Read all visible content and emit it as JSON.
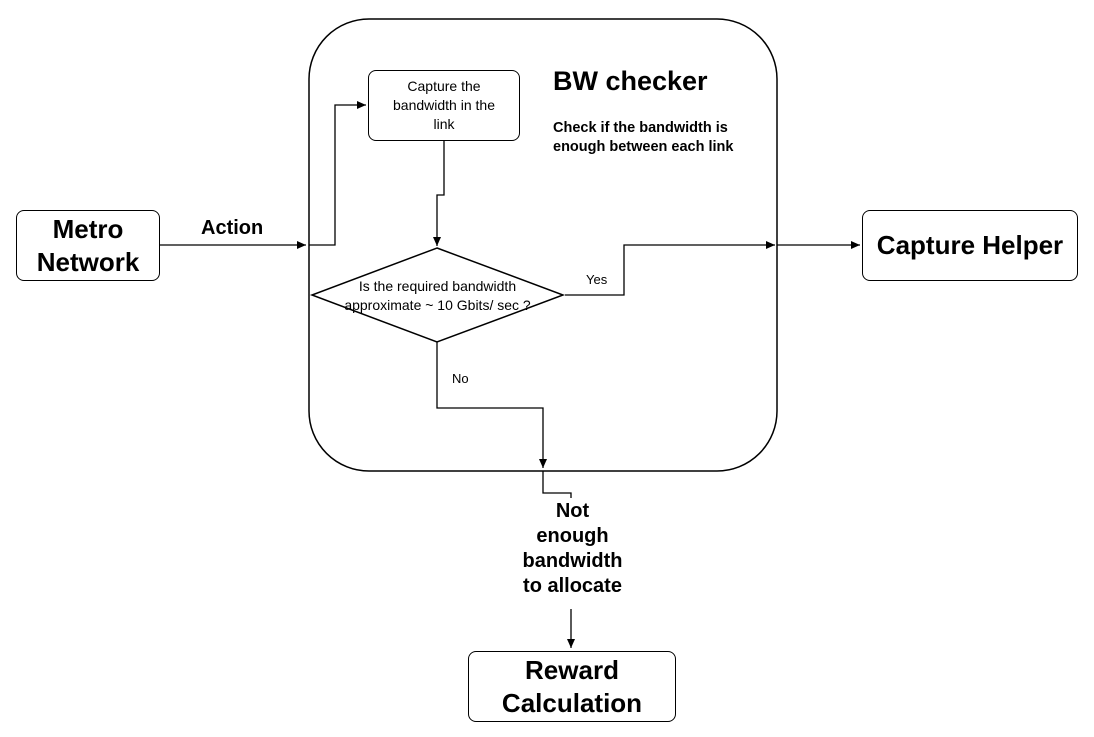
{
  "nodes": {
    "metro_network": "Metro\nNetwork",
    "bw_checker_title": "BW checker",
    "bw_checker_desc": "Check if the bandwidth is\nenough between each link",
    "capture_bandwidth": "Capture the\nbandwidth in the\nlink",
    "decision": "Is the required bandwidth\napproximate ~ 10 Gbits/ sec ?",
    "capture_helper": "Capture Helper",
    "not_enough": "Not\nenough\nbandwidth\nto allocate",
    "reward": "Reward\nCalculation"
  },
  "edges": {
    "action": "Action",
    "yes": "Yes",
    "no": "No"
  }
}
